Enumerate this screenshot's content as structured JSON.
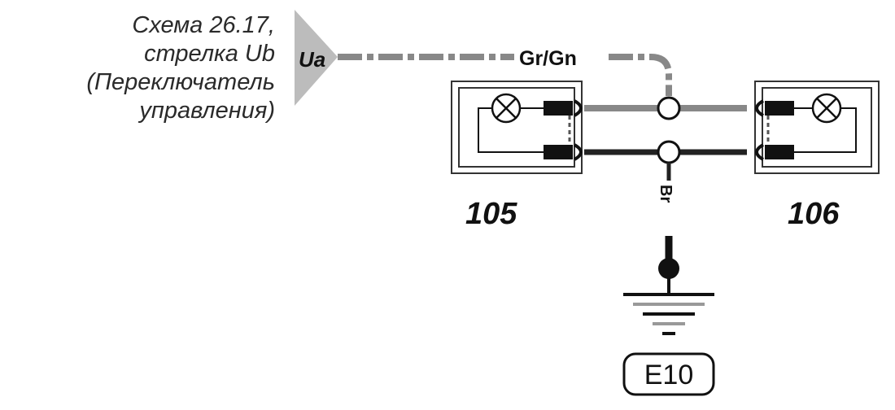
{
  "note": {
    "line1": "Схема 26.17,",
    "line2": "стрелка Ub",
    "line3": "(Переключатель",
    "line4": "управления)"
  },
  "arrow_label": "Ua",
  "wire_top_label": "Gr/Gn",
  "wire_bottom_label": "Br",
  "component_left": "105",
  "component_right": "106",
  "ground_label": "E10",
  "colors": {
    "ink": "#111111",
    "wire": "#8a8a8a",
    "arrow": "#bcbcbc"
  }
}
